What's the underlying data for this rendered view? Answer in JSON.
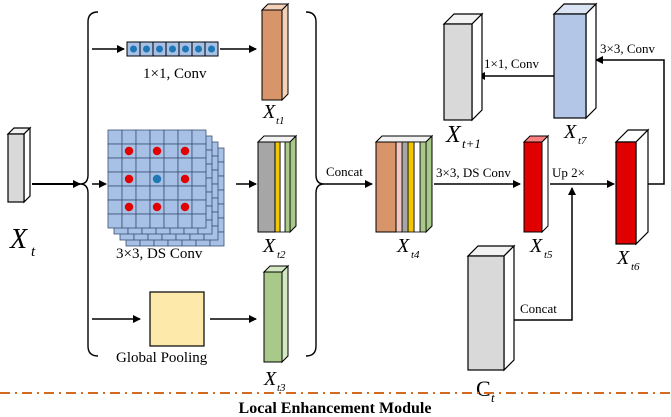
{
  "labels": {
    "xt_base": "X",
    "xt_sub": "t",
    "xt1_base": "X",
    "xt1_sub": "t1",
    "xt2_base": "X",
    "xt2_sub": "t2",
    "xt3_base": "X",
    "xt3_sub": "t3",
    "xt4_base": "X",
    "xt4_sub": "t4",
    "xt5_base": "X",
    "xt5_sub": "t5",
    "xt6_base": "X",
    "xt6_sub": "t6",
    "xt7_base": "X",
    "xt7_sub": "t7",
    "xtp1_base": "X",
    "xtp1_sub": "t+1",
    "ct_base": "C",
    "ct_sub": "t",
    "conv1x1_top": "1×1, Conv",
    "ds_conv_3x3": "3×3,  DS Conv",
    "global_pooling": "Global Pooling",
    "concat_1": "Concat",
    "ds_conv_3x3_b": "3×3, DS Conv",
    "up2x": "Up 2×",
    "concat_2": "Concat",
    "conv1x1_b": "1×1, Conv",
    "conv3x3": "3×3, Conv",
    "module_name": "Local Enhancement Module"
  },
  "colors": {
    "gray_face": "#d9d9d9",
    "orange_face": "#d9956a",
    "green_face": "#a9c98a",
    "blue_face": "#b4c6e7",
    "red_face": "#e00000",
    "yellow_face": "#fde9a9",
    "grid_blue": "#a7c0e6",
    "dot_blue": "#1f77b4",
    "dot_red": "#e00000",
    "dash_orange": "#d26b1f"
  }
}
